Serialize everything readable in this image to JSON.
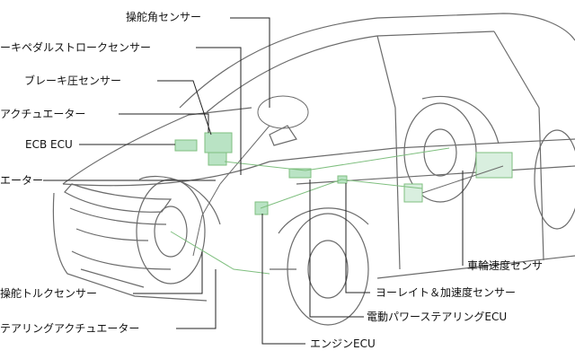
{
  "labels": {
    "steering_angle_sensor": "操舵角センサー",
    "brake_pedal_stroke_sensor": "ーキペダルストロークセンサー",
    "brake_pressure_sensor": "ブレーキ圧センサー",
    "actuator": "アクチュエーター",
    "ecb_ecu": "ECB ECU",
    "eater": "エーター",
    "steering_torque_sensor": "操舵トルクセンサー",
    "steering_actuator": "テアリングアクチュエーター",
    "wheel_speed_sensor": "車輪速度センサ",
    "yaw_rate_sensor": "ヨーレイト＆加速度センサー",
    "eps_ecu": "電動パワーステアリングECU",
    "engine_ecu": "エンジンECU"
  },
  "colors": {
    "outline": "#6b6b6b",
    "component": "#7fbf7f",
    "component_fill": "#b9e3c4",
    "leader": "#222222"
  }
}
